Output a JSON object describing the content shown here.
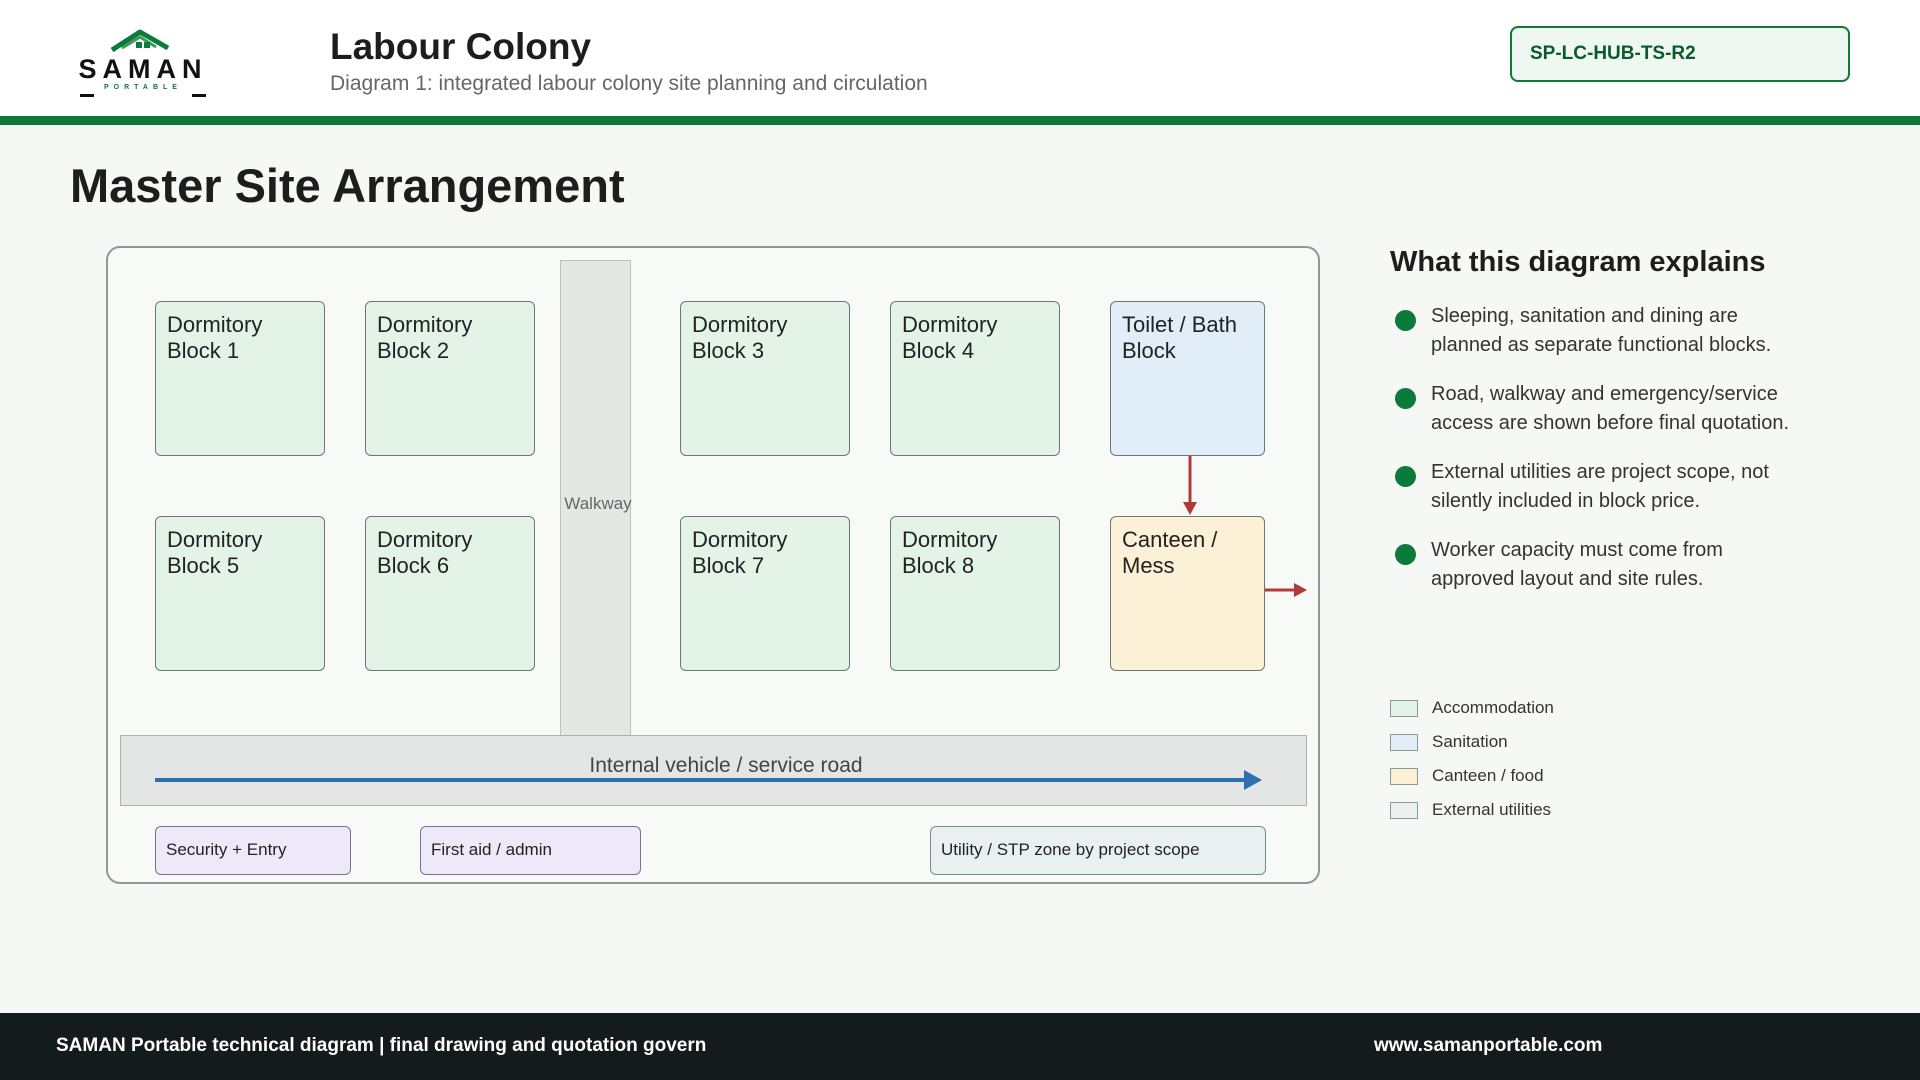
{
  "header": {
    "logo": {
      "wordmark": "SAMAN",
      "tagline": "PORTABLE"
    },
    "title": "Labour Colony",
    "subtitle": "Diagram 1: integrated labour colony site planning and circulation",
    "code": "SP-LC-HUB-TS-R2"
  },
  "section_title": "Master Site Arrangement",
  "site": {
    "dormitories": [
      {
        "line1": "Dormitory",
        "line2": "Block 1"
      },
      {
        "line1": "Dormitory",
        "line2": "Block 2"
      },
      {
        "line1": "Dormitory",
        "line2": "Block 3"
      },
      {
        "line1": "Dormitory",
        "line2": "Block 4"
      },
      {
        "line1": "Dormitory",
        "line2": "Block 5"
      },
      {
        "line1": "Dormitory",
        "line2": "Block 6"
      },
      {
        "line1": "Dormitory",
        "line2": "Block 7"
      },
      {
        "line1": "Dormitory",
        "line2": "Block 8"
      }
    ],
    "toilet_block": {
      "line1": "Toilet / Bath",
      "line2": "Block"
    },
    "canteen_block": {
      "line1": "Canteen /",
      "line2": "Mess"
    },
    "walkway_label": "Walkway",
    "road_label": "Internal vehicle / service road",
    "security_label": "Security + Entry",
    "first_aid_label": "First aid / admin",
    "utility_label": "Utility / STP zone by project scope"
  },
  "explain": {
    "title": "What this diagram explains",
    "bullets": [
      {
        "line1": "Sleeping, sanitation and dining are",
        "line2": "planned as separate functional blocks."
      },
      {
        "line1": "Road, walkway and emergency/service",
        "line2": "access are shown before final quotation."
      },
      {
        "line1": "External utilities are project scope, not",
        "line2": "silently included in block price."
      },
      {
        "line1": "Worker capacity must come from",
        "line2": "approved layout and site rules."
      }
    ]
  },
  "legend": [
    {
      "label": "Accommodation",
      "color": "#e3f3e8"
    },
    {
      "label": "Sanitation",
      "color": "#e1edf7"
    },
    {
      "label": "Canteen / food",
      "color": "#fcf0d6"
    },
    {
      "label": "External utilities",
      "color": "#e8f1ef"
    }
  ],
  "colors": {
    "brand_green": "#0b7a3a",
    "road_arrow": "#2f6fad",
    "flow_arrow": "#b03a3a"
  },
  "footer": {
    "left": "SAMAN Portable technical diagram | final drawing and quotation govern",
    "right": "www.samanportable.com"
  }
}
